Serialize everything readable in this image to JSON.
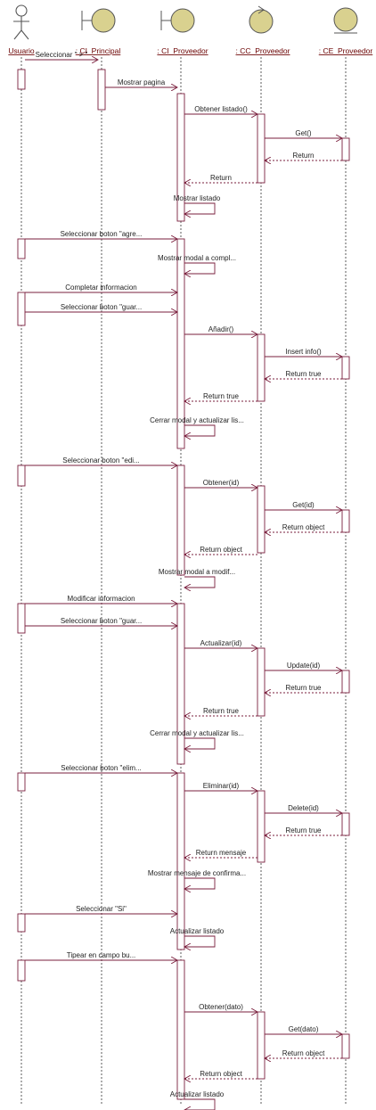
{
  "participants": [
    {
      "id": "usuario",
      "name": "Usuario",
      "kind": "actor"
    },
    {
      "id": "ci_principal",
      "name": ": CI_Principal",
      "kind": "boundary"
    },
    {
      "id": "ci_proveedor",
      "name": ": CI_Proveedor",
      "kind": "boundary"
    },
    {
      "id": "cc_proveedor",
      "name": ": CC_Proveedor",
      "kind": "control"
    },
    {
      "id": "ce_proveedor",
      "name": ": CE_Proveedor",
      "kind": "entity"
    }
  ],
  "messages": [
    {
      "from": "usuario",
      "to": "ci_principal",
      "label": "Seleccionar \" > \""
    },
    {
      "from": "ci_principal",
      "to": "ci_proveedor",
      "label": "Mostrar pagina"
    },
    {
      "from": "ci_proveedor",
      "to": "cc_proveedor",
      "label": "Obtener listado()"
    },
    {
      "from": "cc_proveedor",
      "to": "ce_proveedor",
      "label": "Get()"
    },
    {
      "from": "ce_proveedor",
      "to": "cc_proveedor",
      "label": "Return",
      "return": true
    },
    {
      "from": "cc_proveedor",
      "to": "ci_proveedor",
      "label": "Return",
      "return": true
    },
    {
      "from": "ci_proveedor",
      "to": "ci_proveedor",
      "label": "Mostrar listado",
      "self": true
    },
    {
      "from": "usuario",
      "to": "ci_proveedor",
      "label": "Seleccionar boton \"agre..."
    },
    {
      "from": "ci_proveedor",
      "to": "ci_proveedor",
      "label": "Mostrar modal a compl...",
      "self": true
    },
    {
      "from": "usuario",
      "to": "ci_proveedor",
      "label": "Completar informacion"
    },
    {
      "from": "usuario",
      "to": "ci_proveedor",
      "label": "Seleccionar boton \"guar..."
    },
    {
      "from": "ci_proveedor",
      "to": "cc_proveedor",
      "label": "Añadir()"
    },
    {
      "from": "cc_proveedor",
      "to": "ce_proveedor",
      "label": "Insert info()"
    },
    {
      "from": "ce_proveedor",
      "to": "cc_proveedor",
      "label": "Return true",
      "return": true
    },
    {
      "from": "cc_proveedor",
      "to": "ci_proveedor",
      "label": "Return true",
      "return": true
    },
    {
      "from": "ci_proveedor",
      "to": "ci_proveedor",
      "label": "Cerrar modal y actualizar lis...",
      "self": true
    },
    {
      "from": "usuario",
      "to": "ci_proveedor",
      "label": "Seleccionar boton \"edi..."
    },
    {
      "from": "ci_proveedor",
      "to": "cc_proveedor",
      "label": "Obtener(id)"
    },
    {
      "from": "cc_proveedor",
      "to": "ce_proveedor",
      "label": "Get(id)"
    },
    {
      "from": "ce_proveedor",
      "to": "cc_proveedor",
      "label": "Return object",
      "return": true
    },
    {
      "from": "cc_proveedor",
      "to": "ci_proveedor",
      "label": "Return object",
      "return": true
    },
    {
      "from": "ci_proveedor",
      "to": "ci_proveedor",
      "label": "Mostrar modal a modif...",
      "self": true
    },
    {
      "from": "usuario",
      "to": "ci_proveedor",
      "label": "Modificar informacion"
    },
    {
      "from": "usuario",
      "to": "ci_proveedor",
      "label": "Seleccionar boton \"guar..."
    },
    {
      "from": "ci_proveedor",
      "to": "cc_proveedor",
      "label": "Actualizar(id)"
    },
    {
      "from": "cc_proveedor",
      "to": "ce_proveedor",
      "label": "Update(id)"
    },
    {
      "from": "ce_proveedor",
      "to": "cc_proveedor",
      "label": "Return true",
      "return": true
    },
    {
      "from": "cc_proveedor",
      "to": "ci_proveedor",
      "label": "Return true",
      "return": true
    },
    {
      "from": "ci_proveedor",
      "to": "ci_proveedor",
      "label": "Cerrar modal y actualizar lis...",
      "self": true
    },
    {
      "from": "usuario",
      "to": "ci_proveedor",
      "label": "Seleccionar boton \"elim..."
    },
    {
      "from": "ci_proveedor",
      "to": "cc_proveedor",
      "label": "Eliminar(id)"
    },
    {
      "from": "cc_proveedor",
      "to": "ce_proveedor",
      "label": "Delete(id)"
    },
    {
      "from": "ce_proveedor",
      "to": "cc_proveedor",
      "label": "Return true",
      "return": true
    },
    {
      "from": "cc_proveedor",
      "to": "ci_proveedor",
      "label": "Return mensaje",
      "return": true
    },
    {
      "from": "ci_proveedor",
      "to": "ci_proveedor",
      "label": "Mostrar mensaje de confirma...",
      "self": true
    },
    {
      "from": "usuario",
      "to": "ci_proveedor",
      "label": "Seleccionar \"Si\""
    },
    {
      "from": "ci_proveedor",
      "to": "ci_proveedor",
      "label": "Actualizar listado",
      "self": true
    },
    {
      "from": "usuario",
      "to": "ci_proveedor",
      "label": "Tipear en campo bu..."
    },
    {
      "from": "ci_proveedor",
      "to": "cc_proveedor",
      "label": "Obtener(dato)"
    },
    {
      "from": "cc_proveedor",
      "to": "ce_proveedor",
      "label": "Get(dato)"
    },
    {
      "from": "ce_proveedor",
      "to": "cc_proveedor",
      "label": "Return object",
      "return": true
    },
    {
      "from": "cc_proveedor",
      "to": "ci_proveedor",
      "label": "Return object",
      "return": true
    },
    {
      "from": "ci_proveedor",
      "to": "ci_proveedor",
      "label": "Actualizar listado",
      "self": true
    }
  ],
  "colors": {
    "line": "#7a1f3d",
    "lifeline": "#333333",
    "actor": "#555555",
    "object": "#d9d18f"
  }
}
